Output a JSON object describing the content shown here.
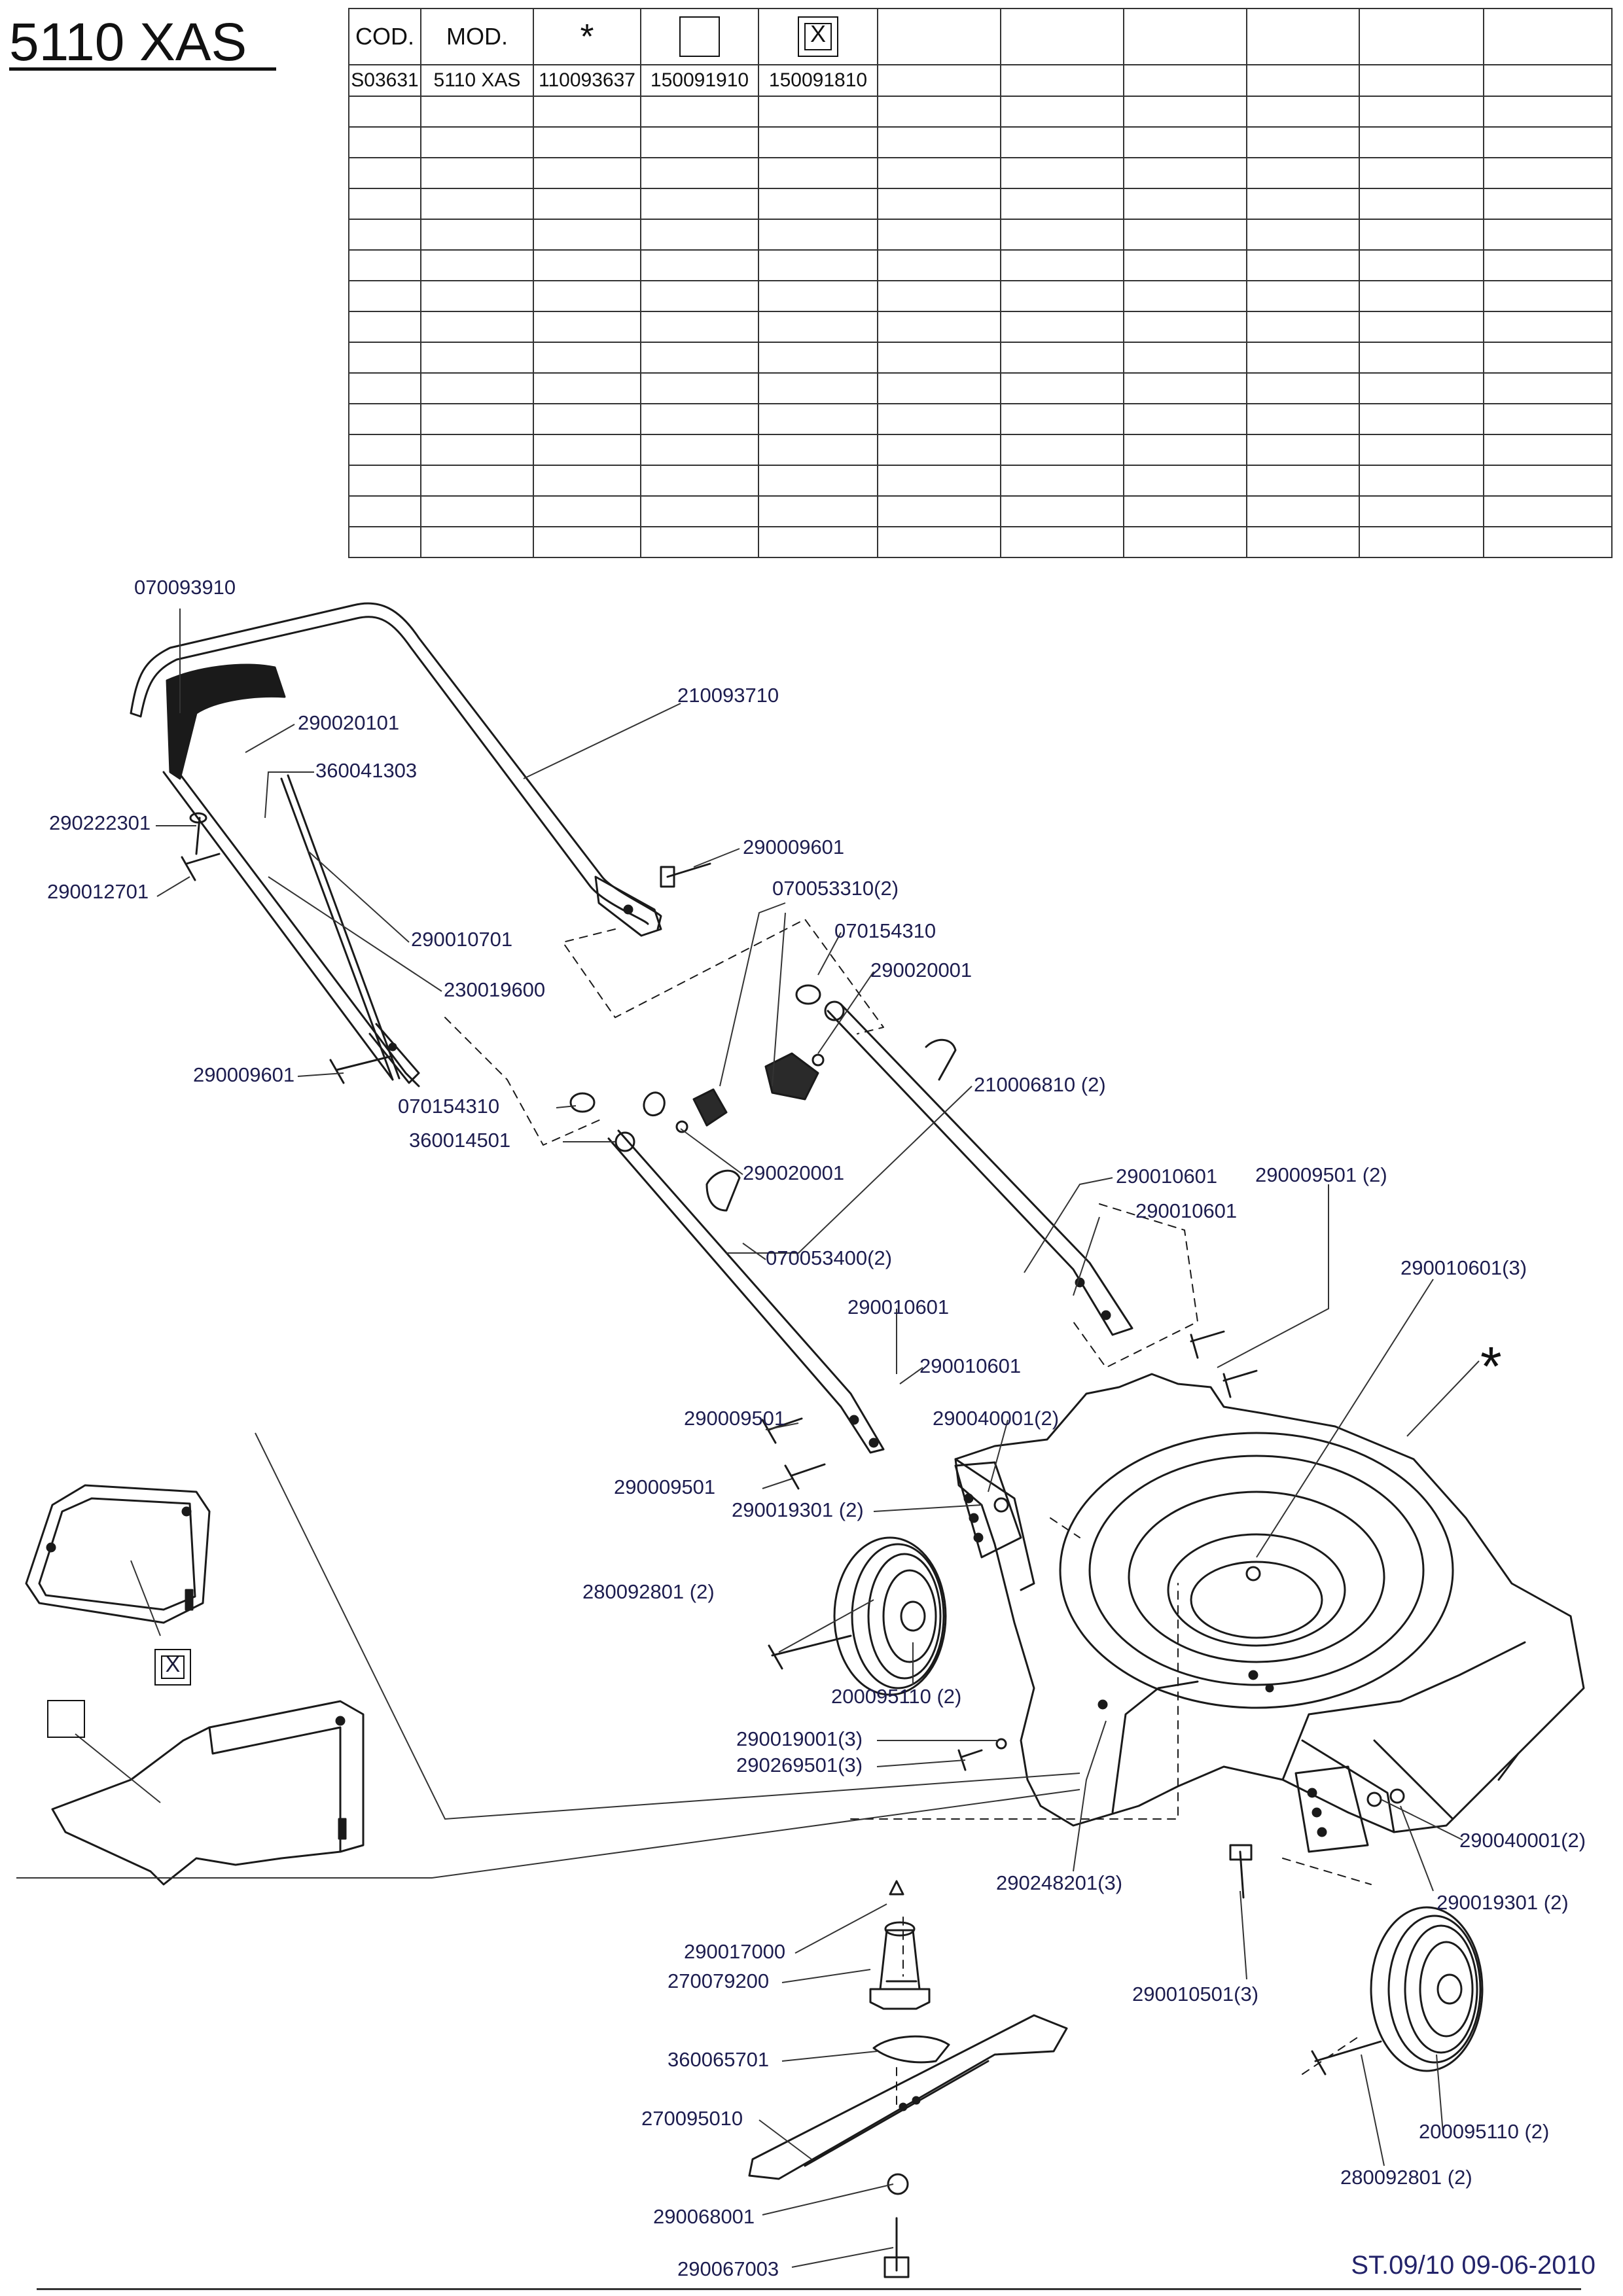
{
  "document": {
    "title": "5110 XAS",
    "footer": "ST.09/10  09-06-2010"
  },
  "table": {
    "headers": [
      "COD.",
      "MOD.",
      "*",
      "",
      "",
      "",
      "",
      "",
      "",
      "",
      ""
    ],
    "header_symbols": [
      "text",
      "text",
      "star",
      "box",
      "boxx",
      "empty",
      "empty",
      "empty",
      "empty",
      "empty",
      "empty"
    ],
    "row1": [
      "S03631",
      "5110 XAS",
      "110093637",
      "150091910",
      "150091810",
      "",
      "",
      "",
      "",
      "",
      ""
    ],
    "empty_rows": 15
  },
  "symbols": {
    "star": "*",
    "boxx": "X"
  },
  "parts": [
    {
      "code": "070093910"
    },
    {
      "code": "210093710"
    },
    {
      "code": "290020101"
    },
    {
      "code": "360041303"
    },
    {
      "code": "290222301"
    },
    {
      "code": "290012701"
    },
    {
      "code": "290009601"
    },
    {
      "code": "290009601"
    },
    {
      "code": "290010701"
    },
    {
      "code": "230019600"
    },
    {
      "code": "070053310(2)"
    },
    {
      "code": "070154310"
    },
    {
      "code": "290020001"
    },
    {
      "code": "070154310"
    },
    {
      "code": "360014501"
    },
    {
      "code": "290020001"
    },
    {
      "code": "210006810 (2)"
    },
    {
      "code": "070053400(2)"
    },
    {
      "code": "290010601"
    },
    {
      "code": "290009501 (2)"
    },
    {
      "code": "290010601"
    },
    {
      "code": "290010601(3)"
    },
    {
      "code": "290010601"
    },
    {
      "code": "290010601"
    },
    {
      "code": "290009501"
    },
    {
      "code": "290040001(2)"
    },
    {
      "code": "290009501"
    },
    {
      "code": "290019301 (2)"
    },
    {
      "code": "280092801 (2)"
    },
    {
      "code": "200095110 (2)"
    },
    {
      "code": "290019001(3)"
    },
    {
      "code": "290269501(3)"
    },
    {
      "code": "290040001(2)"
    },
    {
      "code": "290248201(3)"
    },
    {
      "code": "290019301 (2)"
    },
    {
      "code": "290017000"
    },
    {
      "code": "270079200"
    },
    {
      "code": "290010501(3)"
    },
    {
      "code": "360065701"
    },
    {
      "code": "270095010"
    },
    {
      "code": "200095110 (2)"
    },
    {
      "code": "290068001"
    },
    {
      "code": "280092801 (2)"
    },
    {
      "code": "290067003"
    }
  ]
}
